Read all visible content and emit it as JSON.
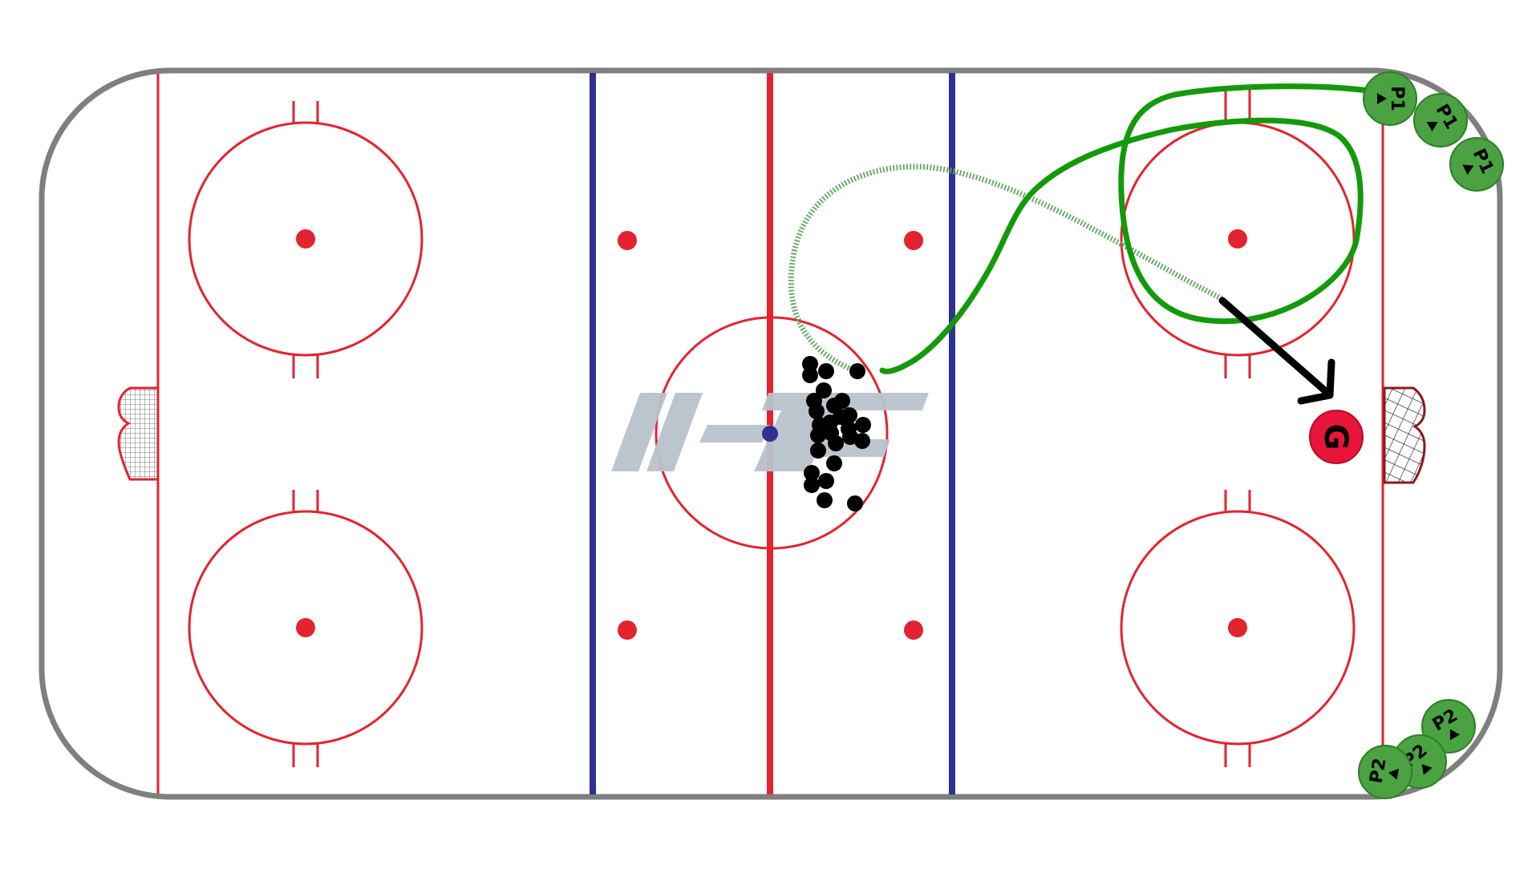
{
  "diagram": {
    "colors": {
      "board": "#7f7f7f",
      "red_line": "#e3232f",
      "blue_line": "#2e3192",
      "dot": "#e3232f",
      "center_dot": "#2e3192",
      "player": "#4aa241",
      "player_stroke": "#2f7d28",
      "path": "#139a0b",
      "pass_dotted": "#5fa85a",
      "puck": "#000000",
      "shot_arrow": "#000000",
      "goalie": "#e8153a",
      "watermark": "#b9c2cc"
    },
    "icons": {
      "net_left": "hockey-net-icon",
      "net_right": "hockey-net-icon",
      "player": "player-circle-icon",
      "goalie": "goalie-circle-icon",
      "puck": "puck-dot-icon",
      "watermark": "logo-watermark-icon"
    },
    "players_p1": [
      {
        "label": "P1"
      },
      {
        "label": "P1"
      },
      {
        "label": "P1"
      }
    ],
    "players_p2": [
      {
        "label": "P2"
      },
      {
        "label": "P2"
      },
      {
        "label": "P2"
      }
    ],
    "goalie": {
      "label": "G"
    },
    "puck_count": 27
  }
}
